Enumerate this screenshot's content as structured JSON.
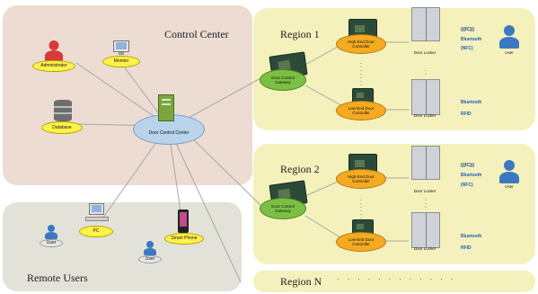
{
  "panels": {
    "control_center": "Control Center",
    "remote_users": "Remote Users",
    "region_1": "Region 1",
    "region_2": "Region 2",
    "region_n": "Region N"
  },
  "nodes": {
    "administrator": "Administrator",
    "monitor": "Monitor",
    "database": "Database",
    "door_control_center": "Door Control Center",
    "pc": "PC",
    "smart_phone": "Smart Phone",
    "remote_user_1": "User",
    "remote_user_2": "User"
  },
  "region_1": {
    "gateway": "Door Control Gateway",
    "high_end_controller": "High-End Door Controller",
    "low_end_controller": "Low-End Door Controller",
    "door_locker_top": "Door Locker",
    "door_locker_bottom": "Door Locker",
    "user": "User",
    "badges_top": [
      "(((IC)))",
      "Bluetooth",
      "(NFC)"
    ],
    "badges_bottom": [
      "Bluetooth",
      "RFID"
    ]
  },
  "region_2": {
    "gateway": "Door Control Gateway",
    "high_end_controller": "High-End Door Controller",
    "low_end_controller": "Low-End Door Controller",
    "door_locker_top": "Door Locker",
    "door_locker_bottom": "Door Locker",
    "user": "User",
    "badges_top": [
      "(((IC)))",
      "Bluetooth",
      "(NFC)"
    ],
    "badges_bottom": [
      "Bluetooth",
      "RFID"
    ]
  },
  "colors": {
    "control_center_bg": "#ecdcd2",
    "remote_users_bg": "#e3e2d8",
    "region_bg": "#f5f1bc",
    "yellow_node": "#fff24a",
    "center_node": "#b9d3ec",
    "gateway_node": "#7cc043",
    "controller_node": "#f3ab22",
    "user_icon": "#3b78c2",
    "admin_icon": "#d83a3a"
  }
}
